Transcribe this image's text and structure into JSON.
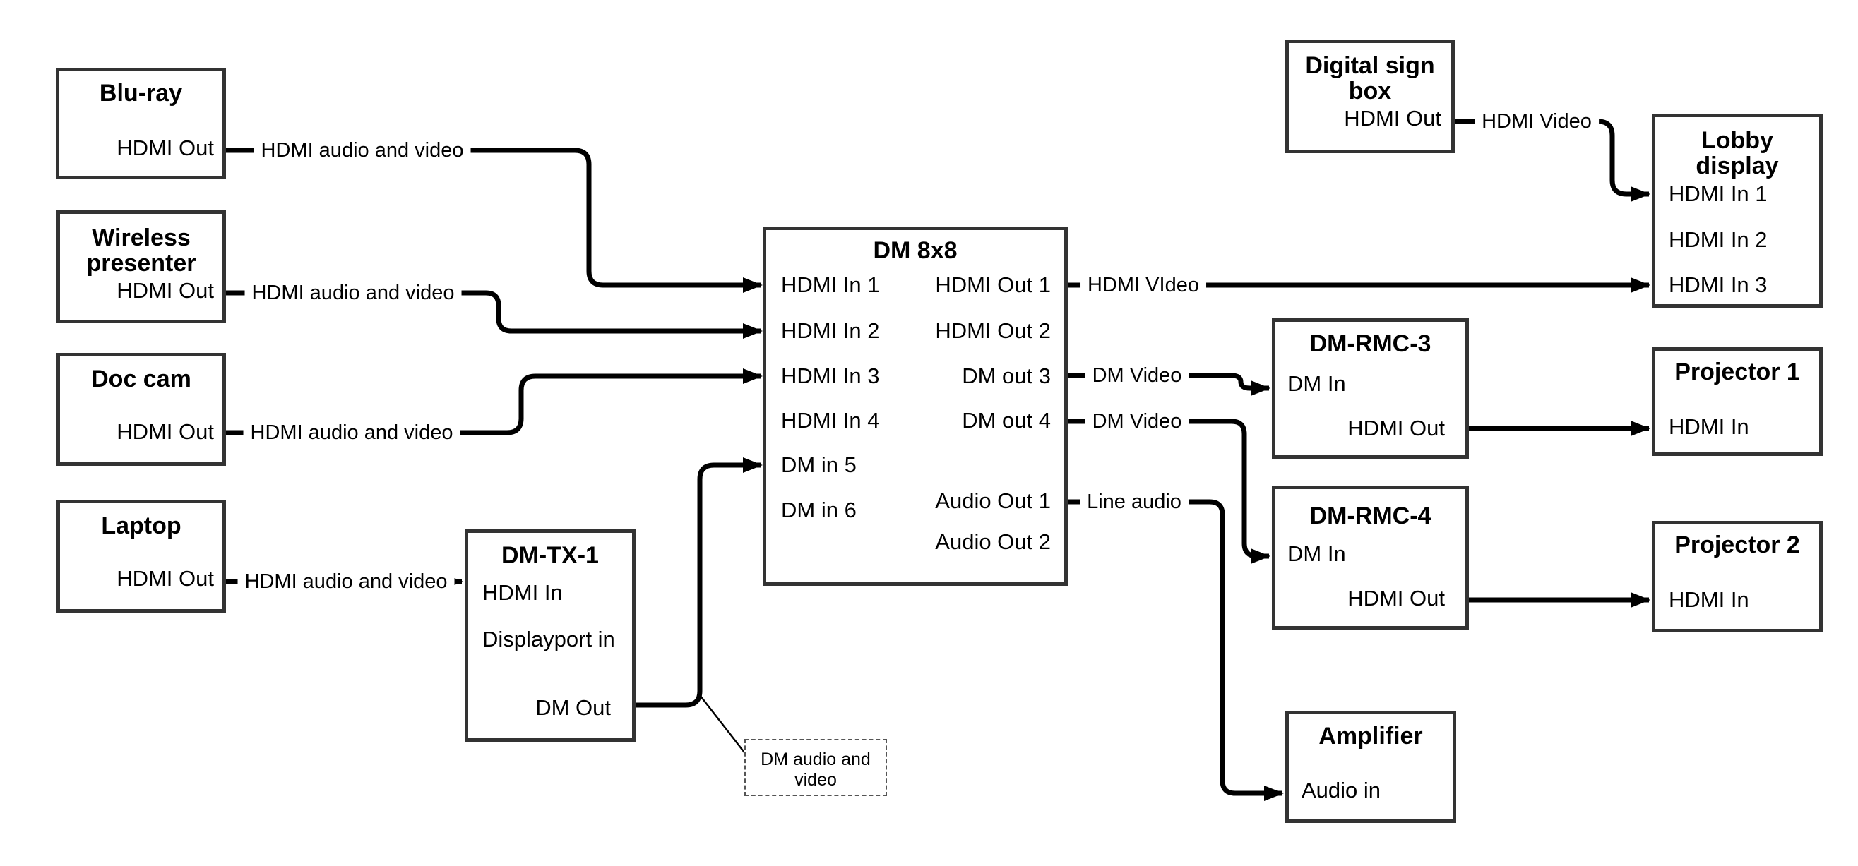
{
  "colors": {
    "background": "#ffffff",
    "box_border": "#333333",
    "wire": "#000000",
    "text": "#000000",
    "note_border": "#555555"
  },
  "nodes": {
    "bluray": {
      "title": "Blu-ray",
      "ports": {
        "hdmi_out": "HDMI Out"
      }
    },
    "wireless": {
      "title": "Wireless presenter",
      "ports": {
        "hdmi_out": "HDMI Out"
      }
    },
    "doccam": {
      "title": "Doc cam",
      "ports": {
        "hdmi_out": "HDMI Out"
      }
    },
    "laptop": {
      "title": "Laptop",
      "ports": {
        "hdmi_out": "HDMI Out"
      }
    },
    "dmtx1": {
      "title": "DM-TX-1",
      "ports": {
        "hdmi_in": "HDMI In",
        "dp_in": "Displayport in",
        "dm_out": "DM Out"
      }
    },
    "dm8x8": {
      "title": "DM 8x8",
      "ports": {
        "in1": "HDMI In 1",
        "in2": "HDMI In 2",
        "in3": "HDMI In 3",
        "in4": "HDMI In 4",
        "in5": "DM in 5",
        "in6": "DM in 6",
        "out1": "HDMI Out 1",
        "out2": "HDMI Out 2",
        "out3": "DM out 3",
        "out4": "DM out 4",
        "audio_out_1": "Audio Out 1",
        "audio_out_2": "Audio Out 2"
      }
    },
    "digitalsign": {
      "title": "Digital sign box",
      "ports": {
        "hdmi_out": "HDMI Out"
      }
    },
    "lobby": {
      "title": "Lobby display",
      "ports": {
        "in1": "HDMI In 1",
        "in2": "HDMI In 2",
        "in3": "HDMI In 3"
      }
    },
    "dmrmc3": {
      "title": "DM-RMC-3",
      "ports": {
        "dm_in": "DM In",
        "hdmi_out": "HDMI Out"
      }
    },
    "proj1": {
      "title": "Projector 1",
      "ports": {
        "hdmi_in": "HDMI In"
      }
    },
    "dmrmc4": {
      "title": "DM-RMC-4",
      "ports": {
        "dm_in": "DM In",
        "hdmi_out": "HDMI Out"
      }
    },
    "proj2": {
      "title": "Projector 2",
      "ports": {
        "hdmi_in": "HDMI In"
      }
    },
    "amplifier": {
      "title": "Amplifier",
      "ports": {
        "audio_in": "Audio in"
      }
    }
  },
  "edges": [
    {
      "from": "bluray.hdmi_out",
      "to": "dm8x8.in1",
      "label": "HDMI audio and video"
    },
    {
      "from": "wireless.hdmi_out",
      "to": "dm8x8.in2",
      "label": "HDMI audio and video"
    },
    {
      "from": "doccam.hdmi_out",
      "to": "dm8x8.in3",
      "label": "HDMI audio and video"
    },
    {
      "from": "laptop.hdmi_out",
      "to": "dmtx1.hdmi_in",
      "label": "HDMI audio and video"
    },
    {
      "from": "dmtx1.dm_out",
      "to": "dm8x8.in5",
      "label": ""
    },
    {
      "from": "dm8x8.out1",
      "to": "lobby.in3",
      "label": "HDMI VIdeo"
    },
    {
      "from": "digitalsign.hdmi_out",
      "to": "lobby.in1",
      "label": "HDMI Video"
    },
    {
      "from": "dm8x8.out3",
      "to": "dmrmc3.dm_in",
      "label": "DM Video"
    },
    {
      "from": "dm8x8.out4",
      "to": "dmrmc4.dm_in",
      "label": "DM Video"
    },
    {
      "from": "dm8x8.audio_out_1",
      "to": "amplifier.audio_in",
      "label": "Line audio"
    },
    {
      "from": "dmrmc3.hdmi_out",
      "to": "proj1.hdmi_in",
      "label": ""
    },
    {
      "from": "dmrmc4.hdmi_out",
      "to": "proj2.hdmi_in",
      "label": ""
    }
  ],
  "note": {
    "text": "DM audio and video"
  }
}
